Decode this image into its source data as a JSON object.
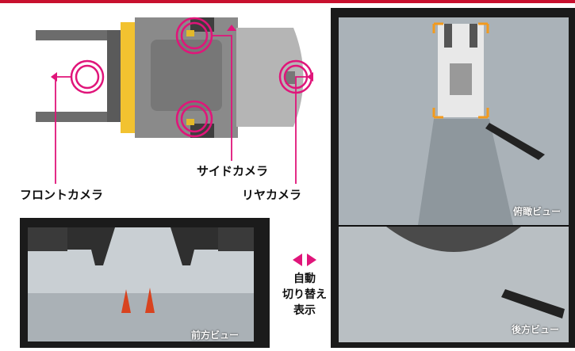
{
  "labels": {
    "side_camera": "サイドカメラ",
    "front_camera": "フロントカメラ",
    "rear_camera": "リヤカメラ"
  },
  "views": {
    "birdseye": "俯瞰ビュー",
    "rear": "後方ビュー",
    "front": "前方ビュー"
  },
  "switch": {
    "line1": "自動",
    "line2": "切り替え",
    "line3": "表示"
  },
  "colors": {
    "accent": "#e0157a",
    "brand_red": "#c8102e"
  },
  "icons": [
    "camera-marker-icon",
    "switch-arrows-icon"
  ]
}
